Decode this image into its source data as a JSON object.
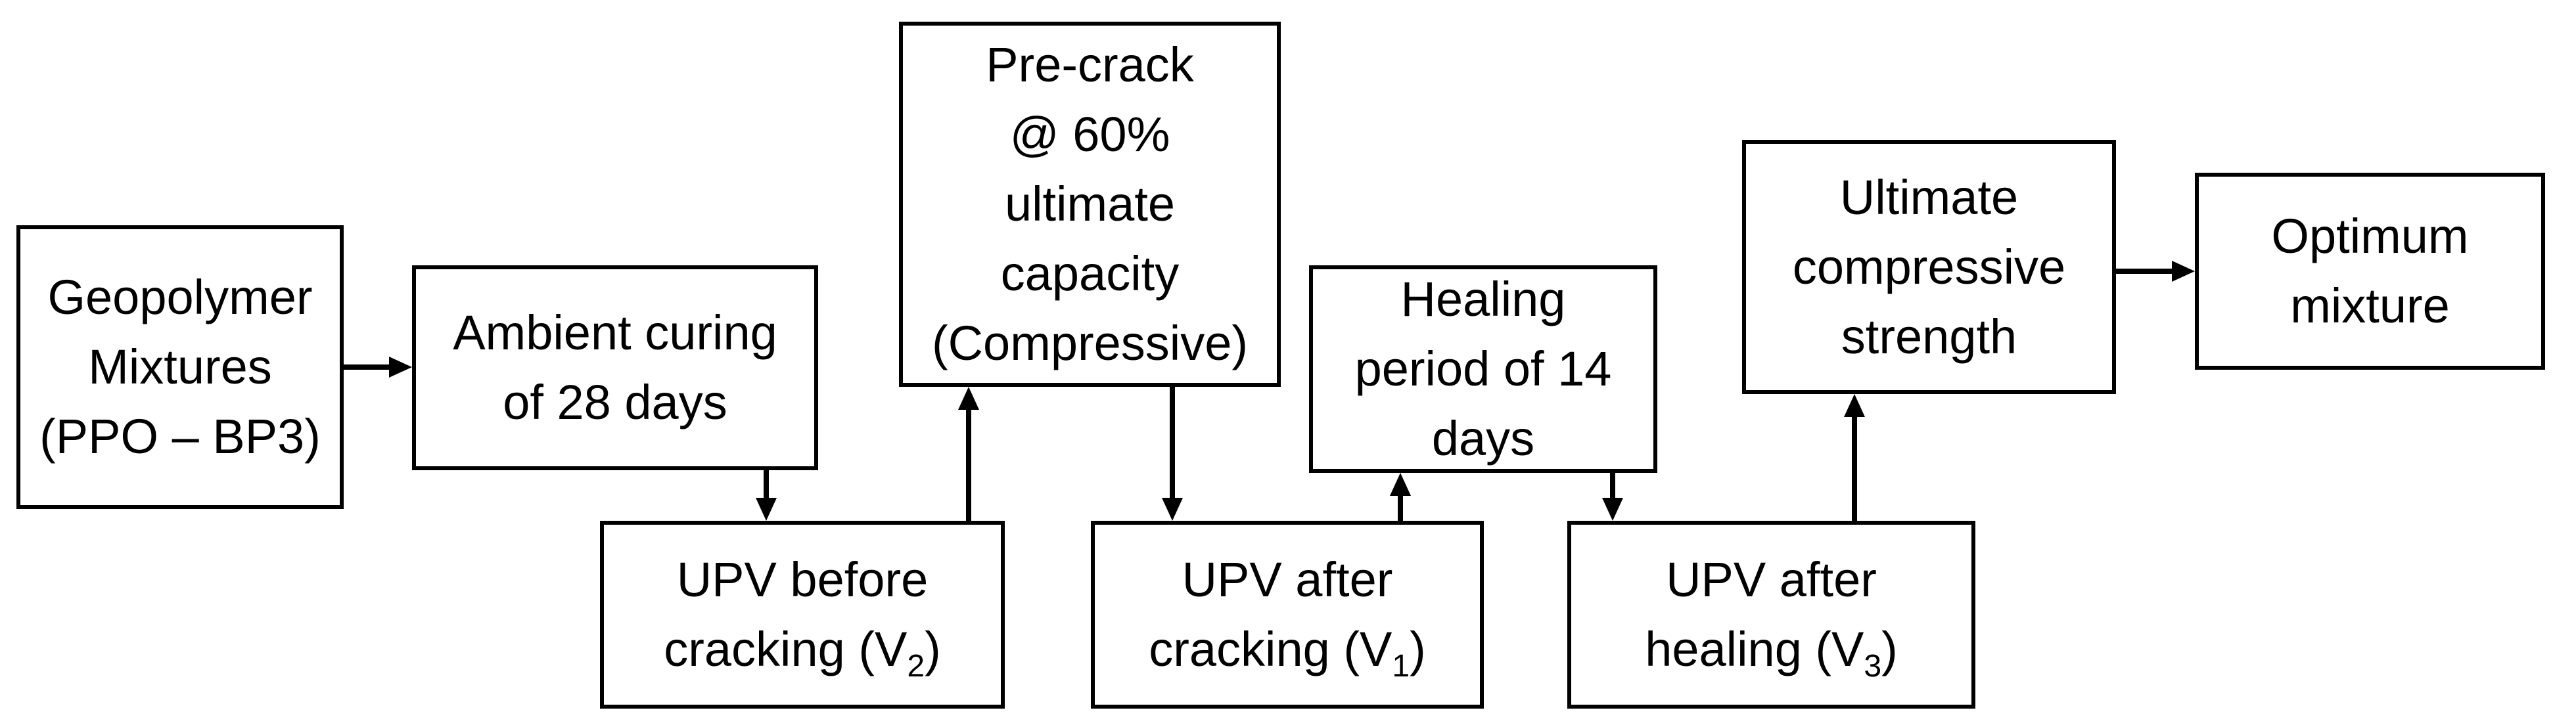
{
  "colors": {
    "background": "#ffffff",
    "line": "#000000",
    "text": "#000000"
  },
  "flowchart": {
    "boxes": [
      {
        "id": "geopolymer-mixtures",
        "lines": [
          "Geopolymer",
          "Mixtures",
          "(PPO – BP3)"
        ]
      },
      {
        "id": "ambient-curing",
        "lines": [
          "Ambient curing",
          "of 28 days"
        ]
      },
      {
        "id": "upv-before-cracking",
        "lines": [
          "UPV before",
          "cracking (V_2)"
        ]
      },
      {
        "id": "pre-crack",
        "lines": [
          "Pre-crack",
          "@ 60%",
          "ultimate",
          "capacity",
          "(Compressive)"
        ]
      },
      {
        "id": "upv-after-cracking",
        "lines": [
          "UPV after",
          "cracking (V_1)"
        ]
      },
      {
        "id": "healing-period",
        "lines": [
          "Healing",
          "period of 14",
          "days"
        ]
      },
      {
        "id": "upv-after-healing",
        "lines": [
          "UPV after",
          "healing (V_3)"
        ]
      },
      {
        "id": "ultimate-compressive-strength",
        "lines": [
          "Ultimate",
          "compressive",
          "strength"
        ]
      },
      {
        "id": "optimum-mixture",
        "lines": [
          "Optimum",
          "mixture"
        ]
      }
    ],
    "edges": [
      {
        "from": "geopolymer-mixtures",
        "to": "ambient-curing"
      },
      {
        "from": "ambient-curing",
        "to": "upv-before-cracking"
      },
      {
        "from": "upv-before-cracking",
        "to": "pre-crack"
      },
      {
        "from": "pre-crack",
        "to": "upv-after-cracking"
      },
      {
        "from": "upv-after-cracking",
        "to": "healing-period"
      },
      {
        "from": "healing-period",
        "to": "upv-after-healing"
      },
      {
        "from": "upv-after-healing",
        "to": "ultimate-compressive-strength"
      },
      {
        "from": "ultimate-compressive-strength",
        "to": "optimum-mixture"
      }
    ]
  }
}
